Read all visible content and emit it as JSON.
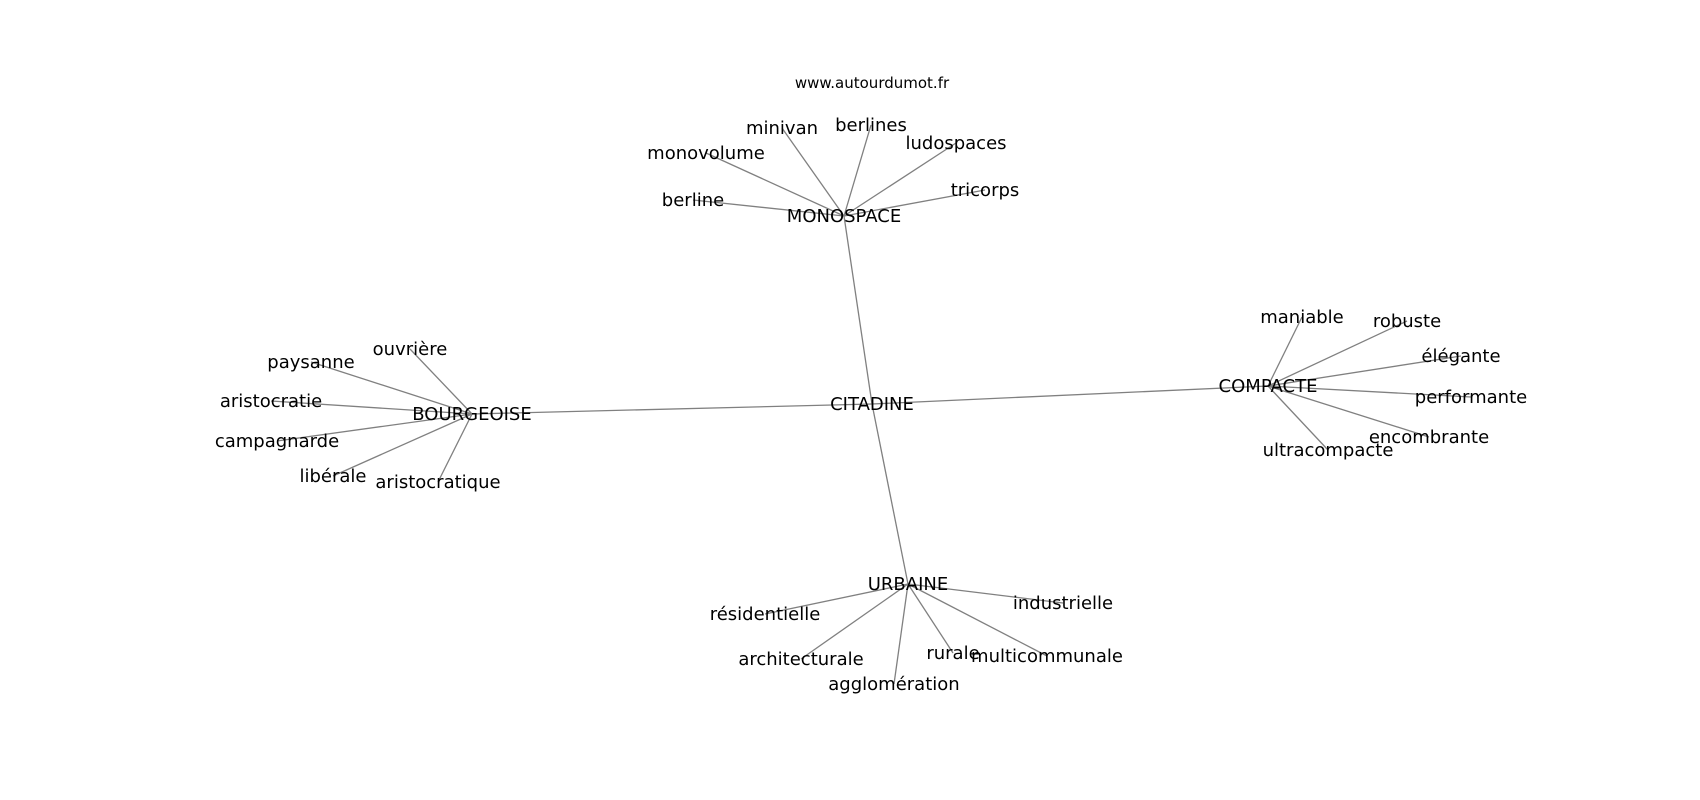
{
  "site": "www.autourdumot.fr",
  "graph": {
    "center": "CITADINE",
    "hubs": [
      {
        "id": "MONOSPACE",
        "label": "MONOSPACE",
        "children": [
          "berline",
          "monovolume",
          "minivan",
          "berlines",
          "ludospaces",
          "tricorps"
        ]
      },
      {
        "id": "BOURGEOISE",
        "label": "BOURGEOISE",
        "children": [
          "ouvrière",
          "paysanne",
          "aristocratie",
          "campagnarde",
          "libérale",
          "aristocratique"
        ]
      },
      {
        "id": "COMPACTE",
        "label": "COMPACTE",
        "children": [
          "maniable",
          "robuste",
          "élégante",
          "performante",
          "encombrante",
          "ultracompacte"
        ]
      },
      {
        "id": "URBAINE",
        "label": "URBAINE",
        "children": [
          "résidentielle",
          "architecturale",
          "agglomération",
          "rurale",
          "multicommunale",
          "industrielle"
        ]
      }
    ]
  }
}
